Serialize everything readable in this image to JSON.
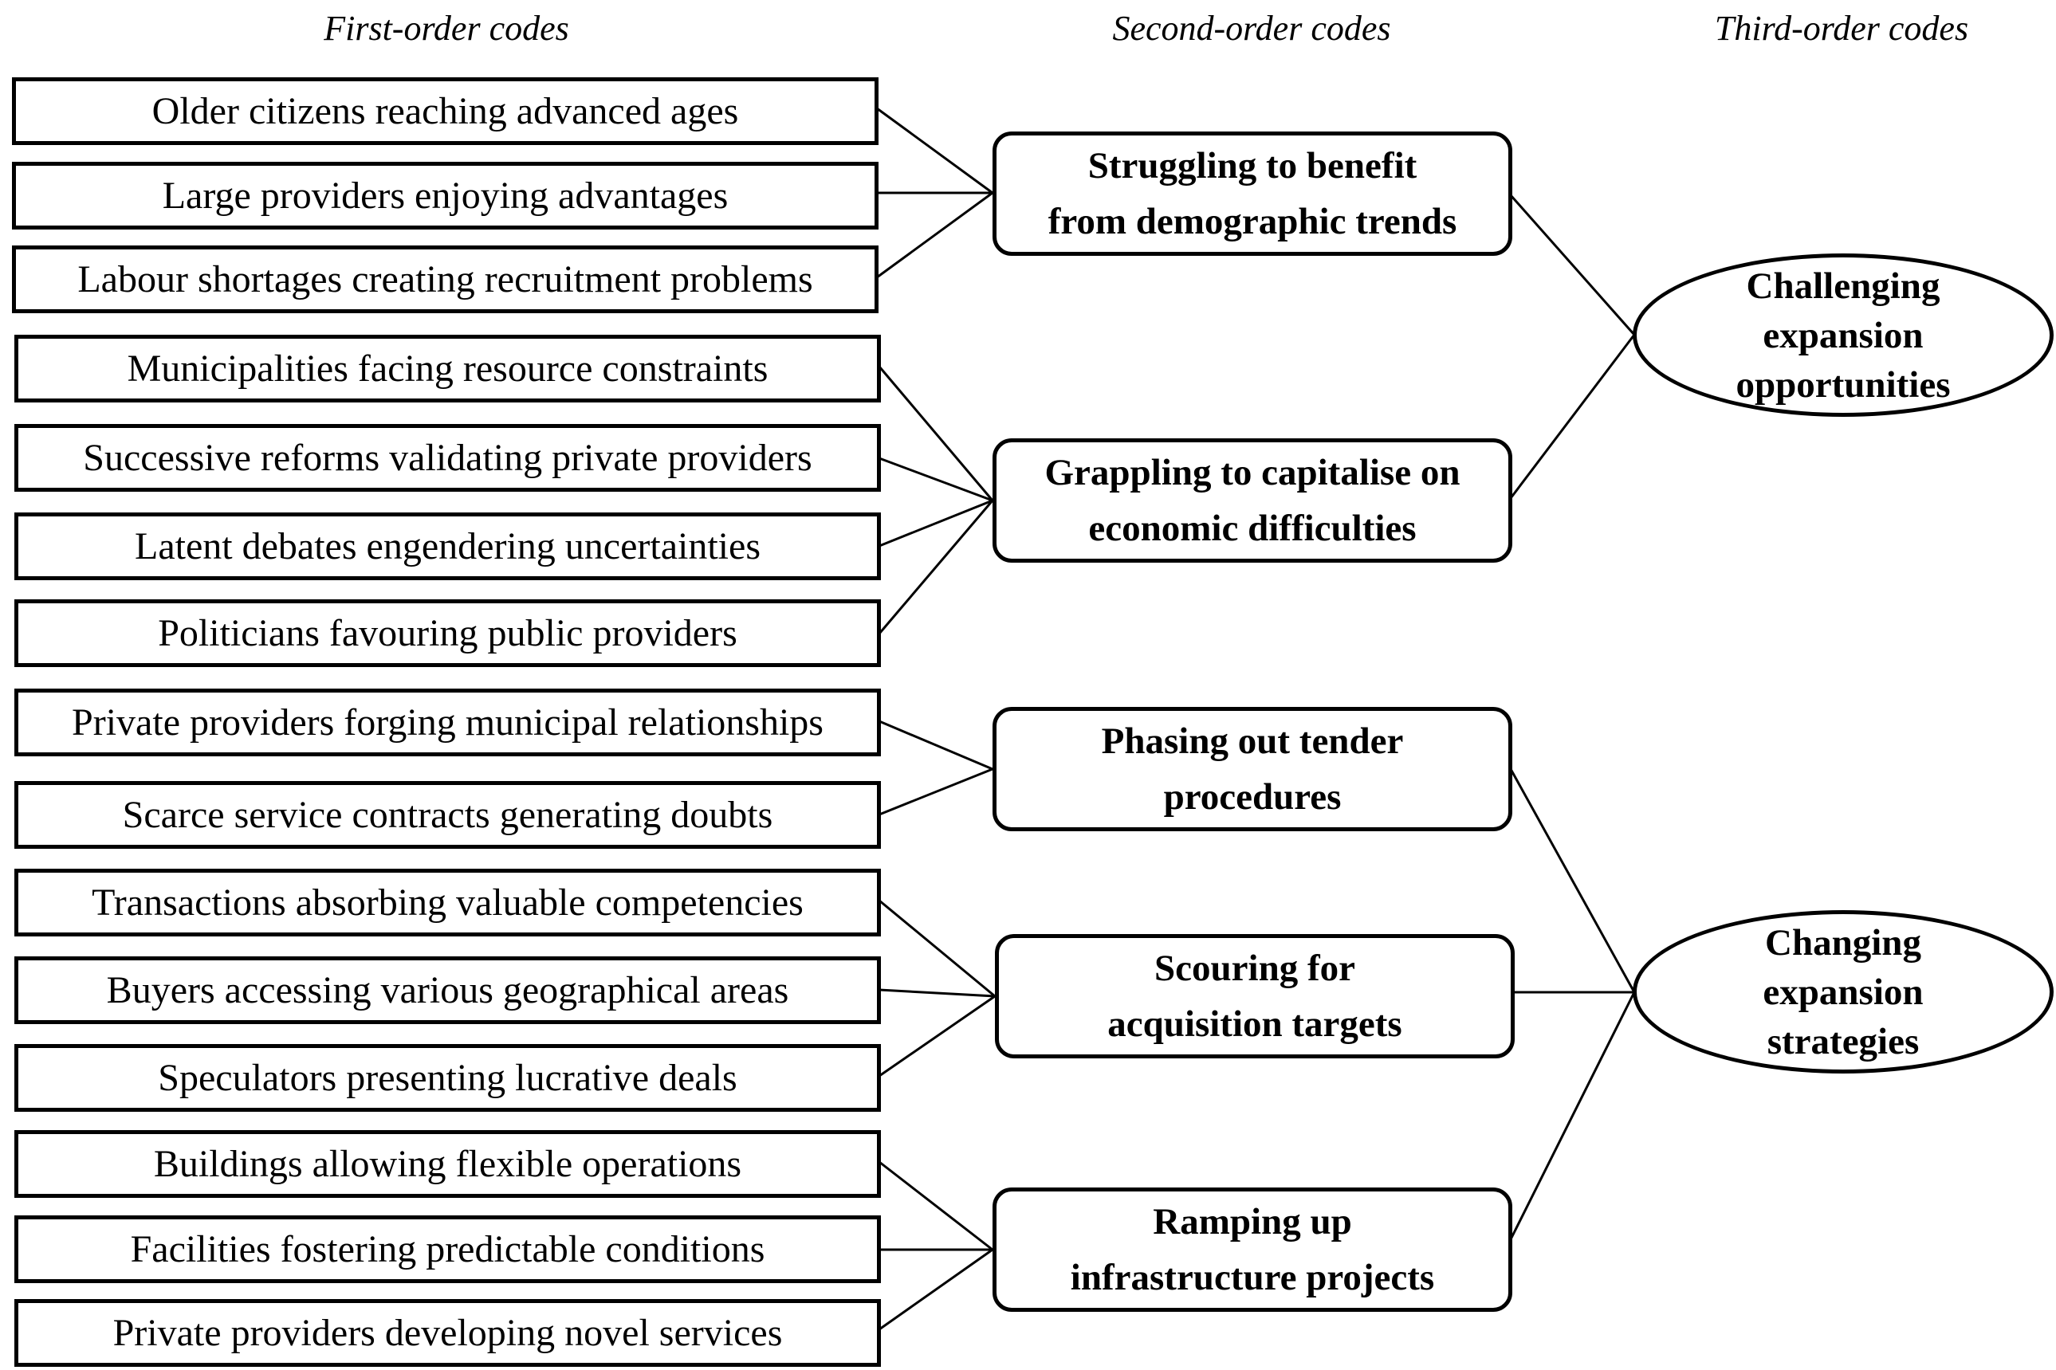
{
  "headers": {
    "first": "First-order codes",
    "second": "Second-order codes",
    "third": "Third-order codes"
  },
  "first_order": [
    "Older citizens reaching advanced ages",
    "Large providers enjoying advantages",
    "Labour shortages creating recruitment problems",
    "Municipalities facing resource constraints",
    "Successive reforms validating private providers",
    "Latent debates engendering uncertainties",
    "Politicians favouring public providers",
    "Private providers forging municipal relationships",
    "Scarce service contracts generating doubts",
    "Transactions absorbing valuable competencies",
    "Buyers accessing various geographical areas",
    "Speculators presenting lucrative deals",
    "Buildings allowing flexible operations",
    "Facilities fostering predictable conditions",
    "Private providers developing novel services"
  ],
  "second_order": [
    {
      "line1": "Struggling to benefit",
      "line2": "from demographic trends"
    },
    {
      "line1": "Grappling to capitalise on",
      "line2": "economic difficulties"
    },
    {
      "line1": "Phasing out tender",
      "line2": "procedures"
    },
    {
      "line1": "Scouring for",
      "line2": "acquisition targets"
    },
    {
      "line1": "Ramping up",
      "line2": "infrastructure projects"
    }
  ],
  "third_order": [
    {
      "line1": "Challenging",
      "line2": "expansion",
      "line3": "opportunities"
    },
    {
      "line1": "Changing",
      "line2": "expansion",
      "line3": "strategies"
    }
  ]
}
